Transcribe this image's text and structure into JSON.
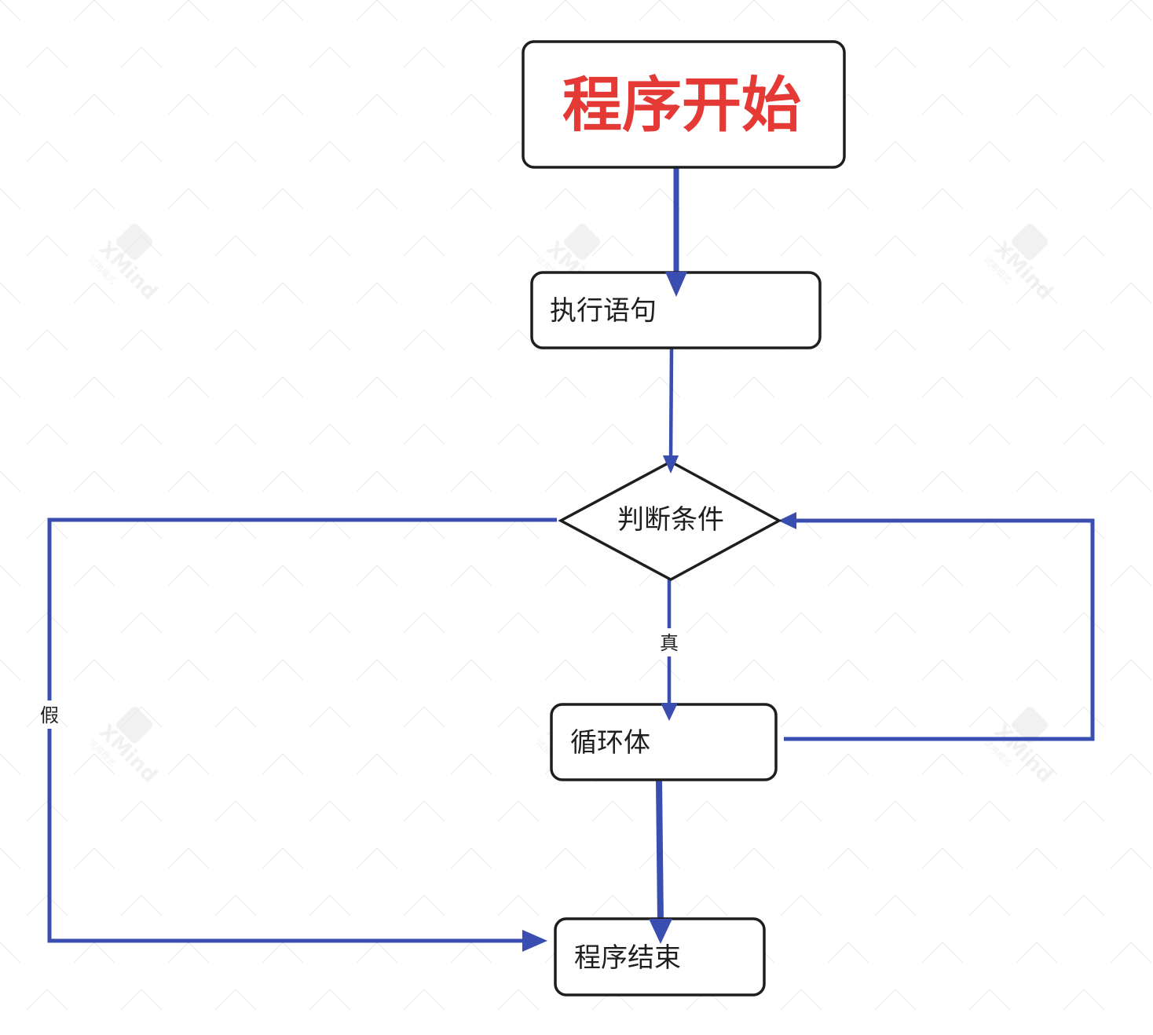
{
  "colors": {
    "edge": "#3a4db0",
    "node_border": "#1e1e1e",
    "start_text": "#e53935",
    "node_text": "#1e1e1e",
    "watermark": "#e8e8e8"
  },
  "nodes": {
    "start": {
      "label": "程序开始"
    },
    "execute": {
      "label": "执行语句"
    },
    "condition": {
      "label": "判断条件"
    },
    "loop_body": {
      "label": "循环体"
    },
    "end": {
      "label": "程序结束"
    }
  },
  "edges": {
    "true_label": "真",
    "false_label": "假"
  },
  "watermark": {
    "brand": "XMind",
    "note": "试用模式",
    "icon": "xmind-logo-icon"
  }
}
